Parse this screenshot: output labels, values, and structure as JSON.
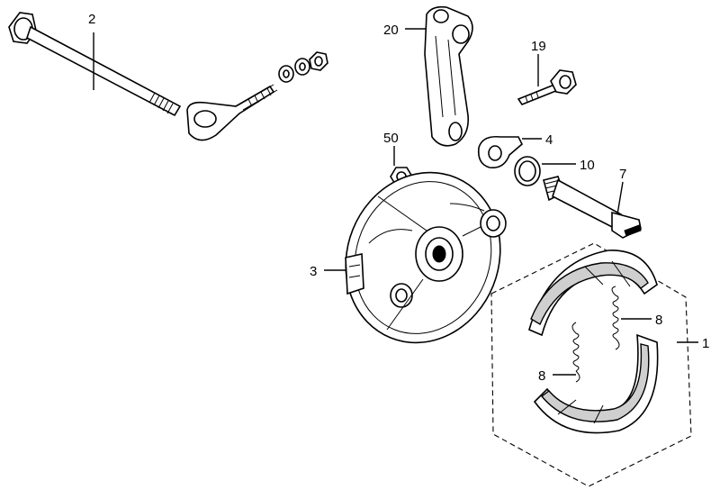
{
  "callouts": {
    "c1": "1",
    "c2": "2",
    "c3": "3",
    "c4": "4",
    "c7": "7",
    "c8a": "8",
    "c8b": "8",
    "c10": "10",
    "c19": "19",
    "c20": "20",
    "c50": "50"
  }
}
